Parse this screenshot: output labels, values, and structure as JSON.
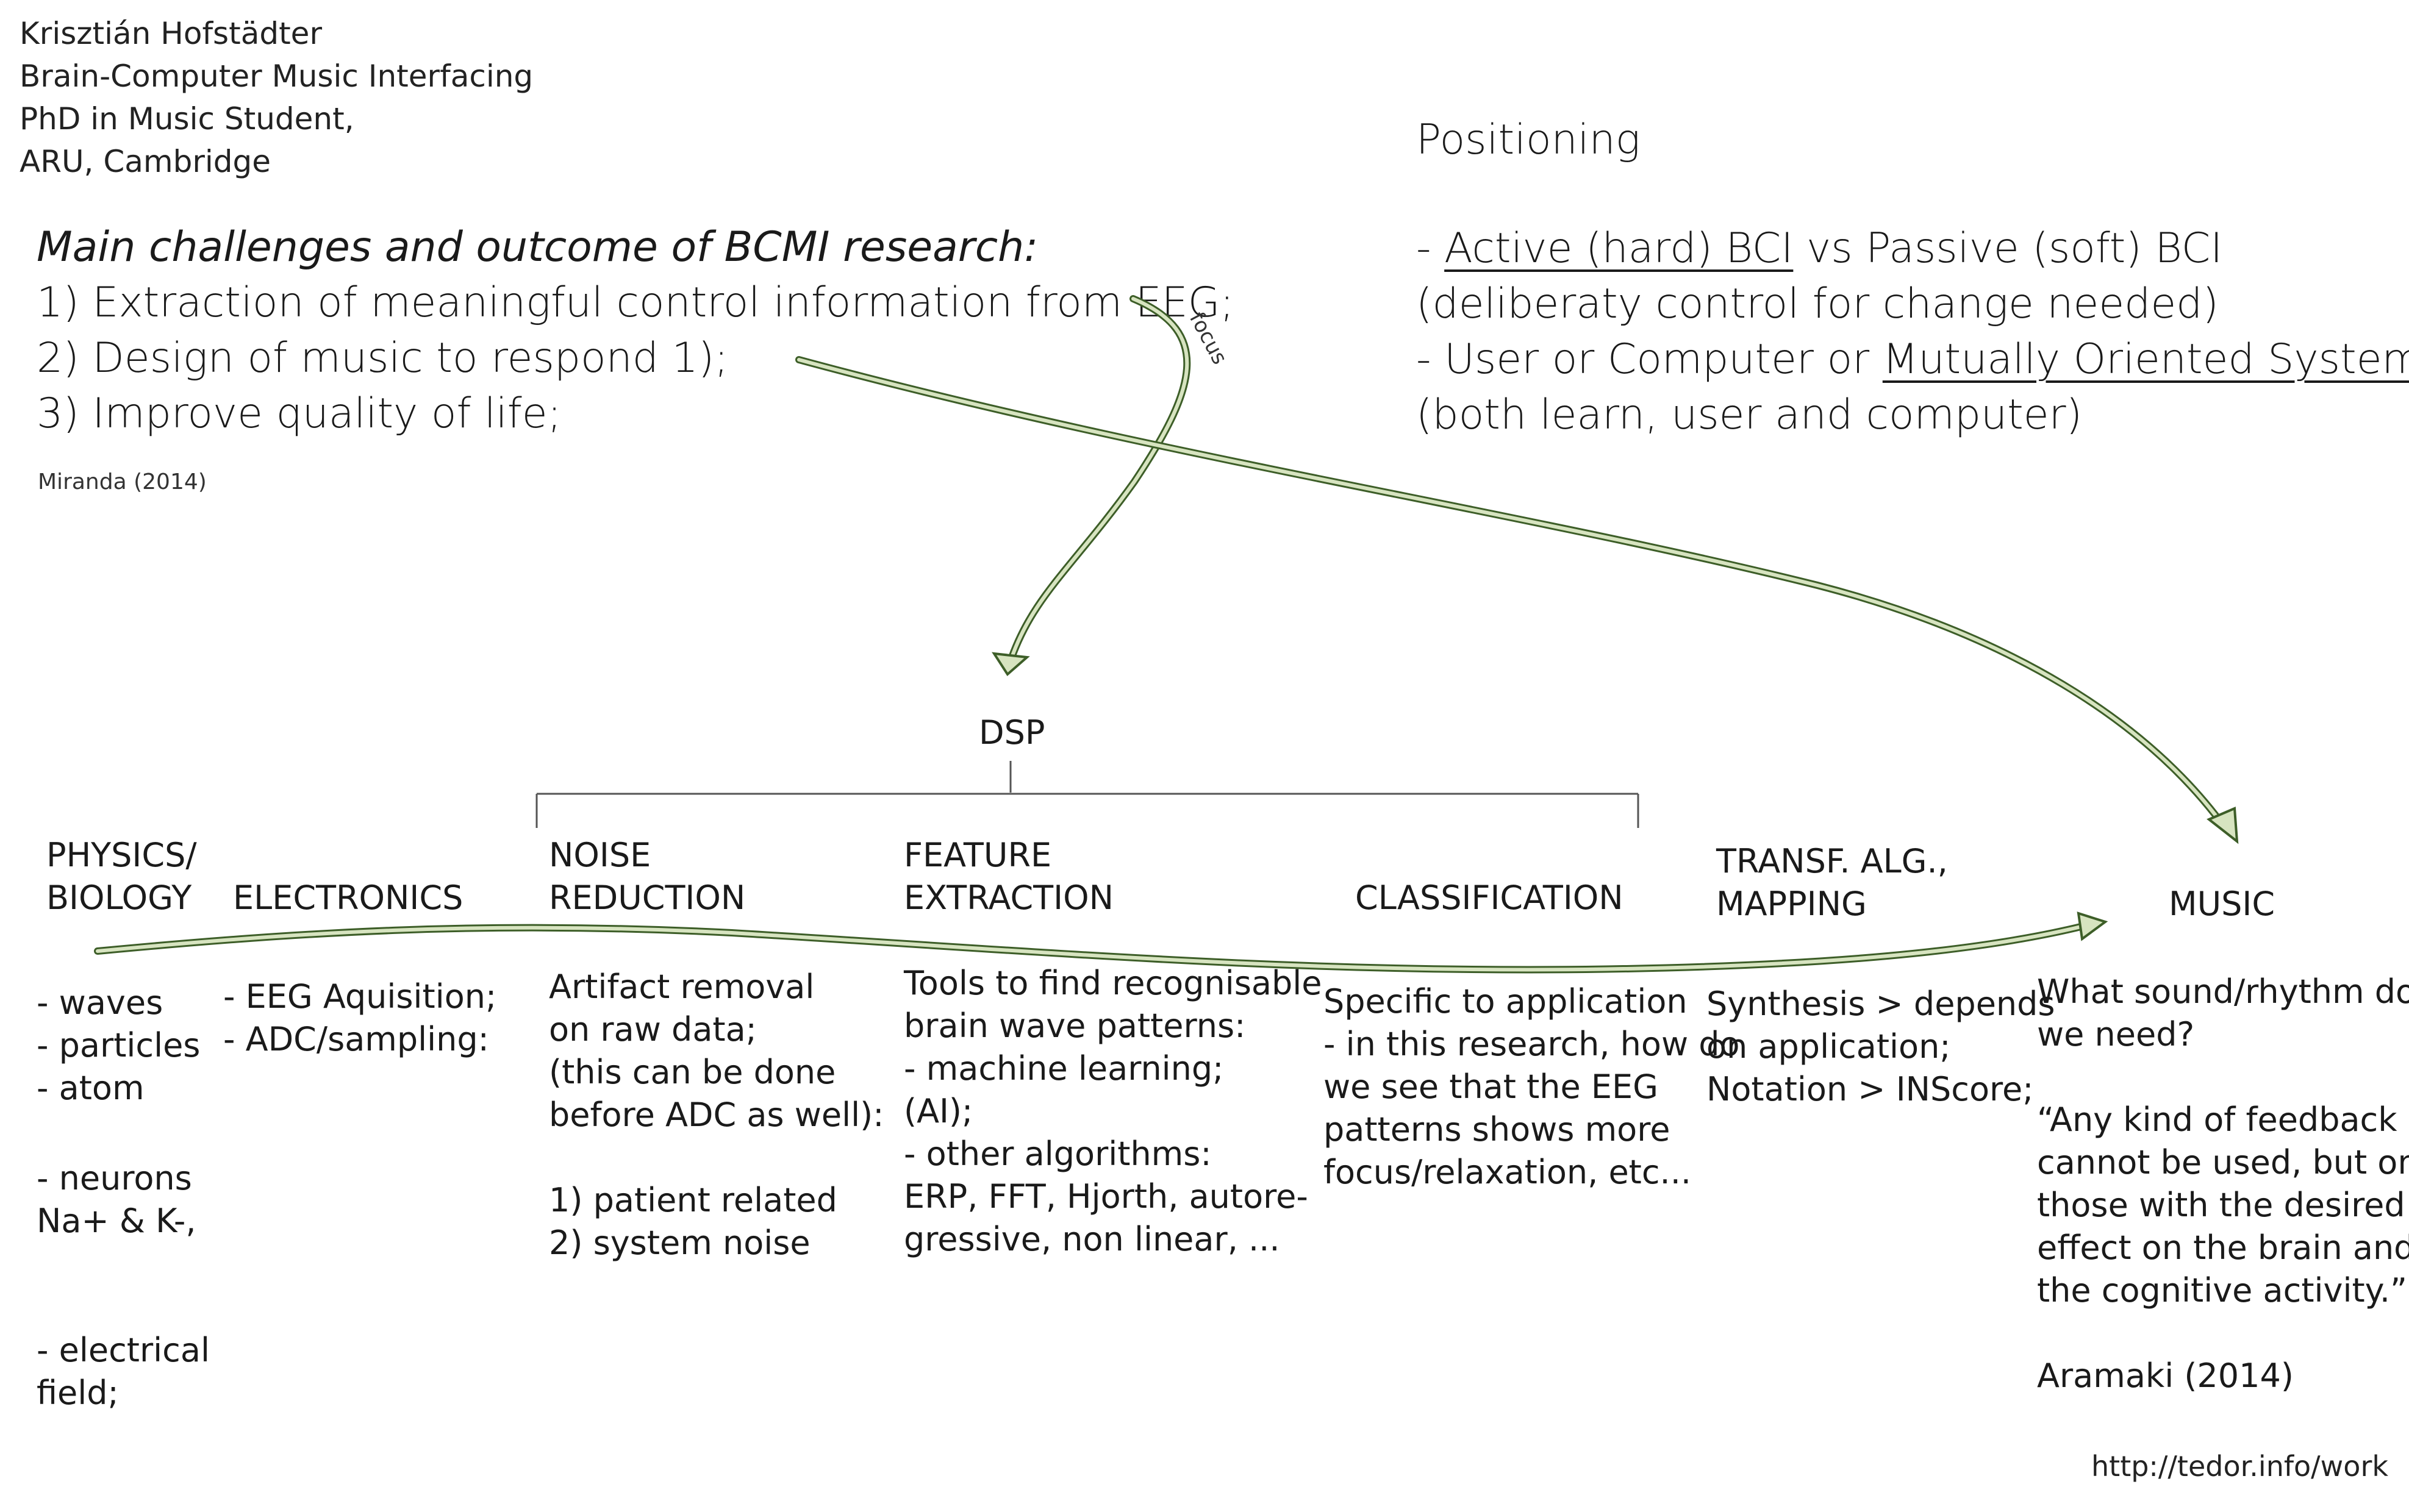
{
  "author": {
    "lines": [
      "Krisztián Hofstädter",
      "Brain-Computer Music Interfacing",
      "PhD in Music Student,",
      "ARU, Cambridge"
    ]
  },
  "challenges": {
    "intro": "Main challenges and outcome of BCMI research:",
    "items": [
      "1) Extraction of meaningful control information from EEG;",
      "2) Design of music to respond 1);",
      "3) Improve quality of life;"
    ],
    "citation": "Miranda (2014)"
  },
  "focus_label": "focus",
  "positioning": {
    "title": "Positioning",
    "line1_prefix": "- ",
    "line1_active": "Active (hard) BCI",
    "line1_rest": " vs Passive (soft) BCI",
    "line2": "(deliberaty control for change needed)",
    "line3_prefix": "- User or Computer or ",
    "line3_mutual": "Mutually Oriented System",
    "line4": "(both learn, user and computer)"
  },
  "dsp_label": "DSP",
  "stages": {
    "physics": [
      "PHYSICS/",
      "BIOLOGY"
    ],
    "electronics": "ELECTRONICS",
    "noise": [
      "NOISE",
      "REDUCTION"
    ],
    "feature": [
      "FEATURE",
      "EXTRACTION"
    ],
    "classification": "CLASSIFICATION",
    "transf": [
      "TRANSF. ALG.,",
      "MAPPING"
    ],
    "music": "MUSIC"
  },
  "details": {
    "physics_a": [
      "- waves",
      "- particles",
      "- atom"
    ],
    "physics_b": [
      "- neurons",
      "Na+ & K-,"
    ],
    "physics_c": [
      "- electrical",
      "field;"
    ],
    "electronics": [
      "- EEG Aquisition;",
      "- ADC/sampling:"
    ],
    "noise": [
      "Artifact removal",
      "on raw data;",
      "(this can be done",
      "before ADC as well):",
      "",
      "1) patient related",
      "2) system noise"
    ],
    "feature": [
      "Tools to find recognisable",
      "brain wave patterns:",
      "- machine learning;",
      "(AI);",
      "- other algorithms:",
      "ERP, FFT, Hjorth, autore-",
      "gressive, non linear, ..."
    ],
    "classification": [
      "Specific to application",
      "- in this research, how do",
      "we see that the EEG",
      "patterns shows more",
      "focus/relaxation, etc..."
    ],
    "transf": [
      "Synthesis > depends",
      "on application;",
      "Notation > INScore;"
    ],
    "music": [
      "What sound/rhythm do",
      "we need?",
      "",
      "“Any kind of feedback",
      "cannot be used, but only",
      "those with the desired",
      "effect on the brain and",
      "the cognitive activity.”",
      "",
      "Aramaki (2014)"
    ]
  },
  "url": "http://tedor.info/work",
  "colors": {
    "arrow_fill": "#d7e4c0",
    "arrow_stroke": "#3d5e28",
    "text": "#1a1a1a"
  }
}
